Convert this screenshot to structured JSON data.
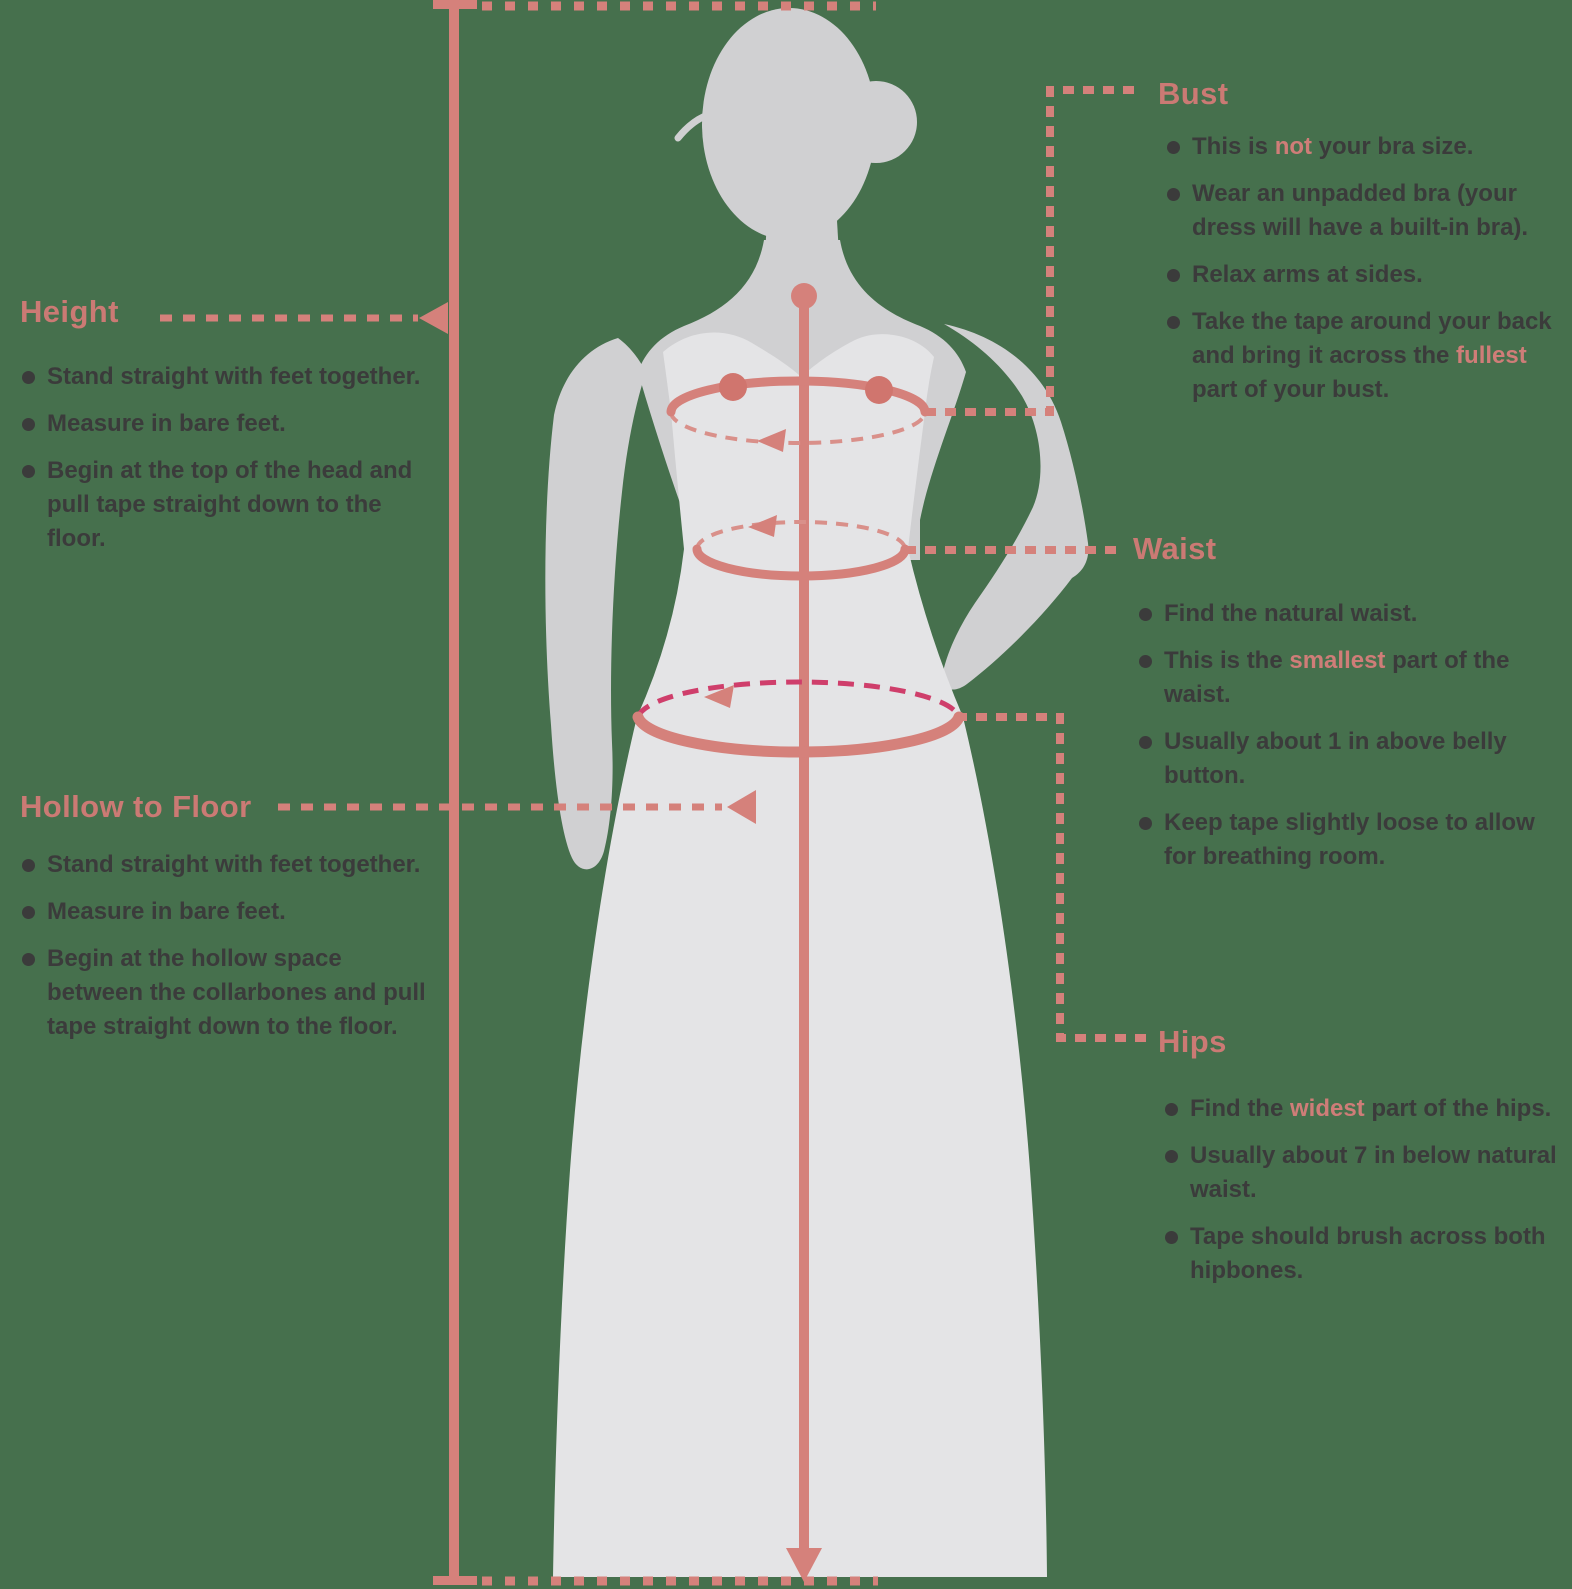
{
  "colors": {
    "background": "#46704d",
    "rose_line": "#d5817b",
    "rose_title": "#cb7a74",
    "highlight": "#cf7d78",
    "crimson_dash": "#cf3e6b",
    "body_text": "#3b3b3b",
    "figure_skin_gray": "#d0d0d2",
    "figure_dress_gray": "#e4e4e6"
  },
  "sections": {
    "height": {
      "title": "Height",
      "bullets": [
        [
          {
            "t": "Stand straight with feet together."
          }
        ],
        [
          {
            "t": "Measure in bare feet."
          }
        ],
        [
          {
            "t": "Begin at the top of the head and\npull tape straight down to the\nfloor."
          }
        ]
      ]
    },
    "hollow_to_floor": {
      "title": "Hollow to Floor",
      "bullets": [
        [
          {
            "t": "Stand straight with feet together."
          }
        ],
        [
          {
            "t": "Measure in bare feet."
          }
        ],
        [
          {
            "t": "Begin at the hollow space\nbetween the collarbones and pull\ntape straight down to the floor."
          }
        ]
      ]
    },
    "bust": {
      "title": "Bust",
      "bullets": [
        [
          {
            "t": "This is "
          },
          {
            "t": "not",
            "hl": true
          },
          {
            "t": " your bra size."
          }
        ],
        [
          {
            "t": "Wear an unpadded bra (your\ndress will have a built-in bra)."
          }
        ],
        [
          {
            "t": "Relax arms at sides."
          }
        ],
        [
          {
            "t": "Take the tape around your back\nand bring it across the "
          },
          {
            "t": "fullest",
            "hl": true
          },
          {
            "t": "\npart of your bust."
          }
        ]
      ]
    },
    "waist": {
      "title": "Waist",
      "bullets": [
        [
          {
            "t": "Find the natural waist."
          }
        ],
        [
          {
            "t": "This is the "
          },
          {
            "t": "smallest",
            "hl": true
          },
          {
            "t": " part of the\nwaist."
          }
        ],
        [
          {
            "t": "Usually about 1 in above belly\nbutton."
          }
        ],
        [
          {
            "t": "Keep tape slightly loose to allow\nfor breathing room."
          }
        ]
      ]
    },
    "hips": {
      "title": "Hips",
      "bullets": [
        [
          {
            "t": "Find the "
          },
          {
            "t": "widest",
            "hl": true
          },
          {
            "t": " part of the hips."
          }
        ],
        [
          {
            "t": "Usually about 7 in below natural\nwaist."
          }
        ],
        [
          {
            "t": "Tape should brush across both\nhipbones."
          }
        ]
      ]
    }
  }
}
